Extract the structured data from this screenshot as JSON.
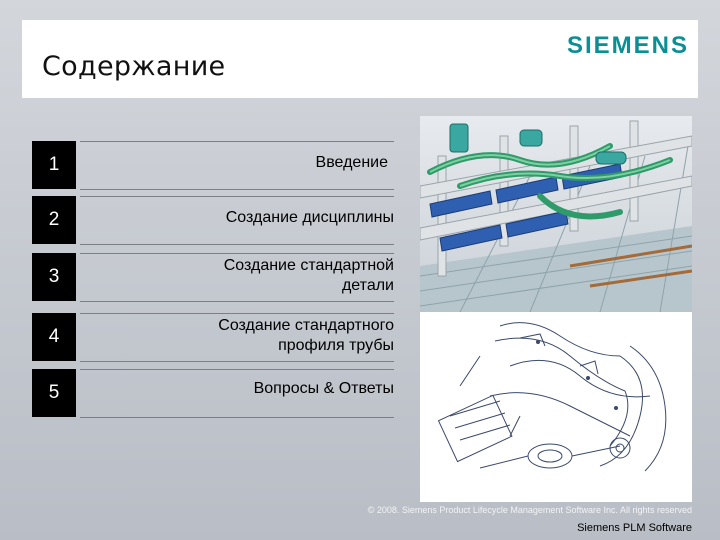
{
  "header": {
    "title": "Содержание",
    "logo_text": "SIEMENS"
  },
  "agenda": [
    {
      "number": "1",
      "label": "Введение"
    },
    {
      "number": "2",
      "label": "Создание дисциплины"
    },
    {
      "number": "3",
      "label": "Создание стандартной детали"
    },
    {
      "number": "4",
      "label": "Создание стандартного профиля трубы"
    },
    {
      "number": "5",
      "label": "Вопросы & Ответы"
    }
  ],
  "footer": {
    "copyright": "© 2008. Siemens Product Lifecycle Management Software Inc. All rights reserved",
    "brand": "Siemens PLM Software"
  },
  "colors": {
    "brand": "#0a8f95",
    "background": "#c9cdd4",
    "number_box": "#000000"
  }
}
